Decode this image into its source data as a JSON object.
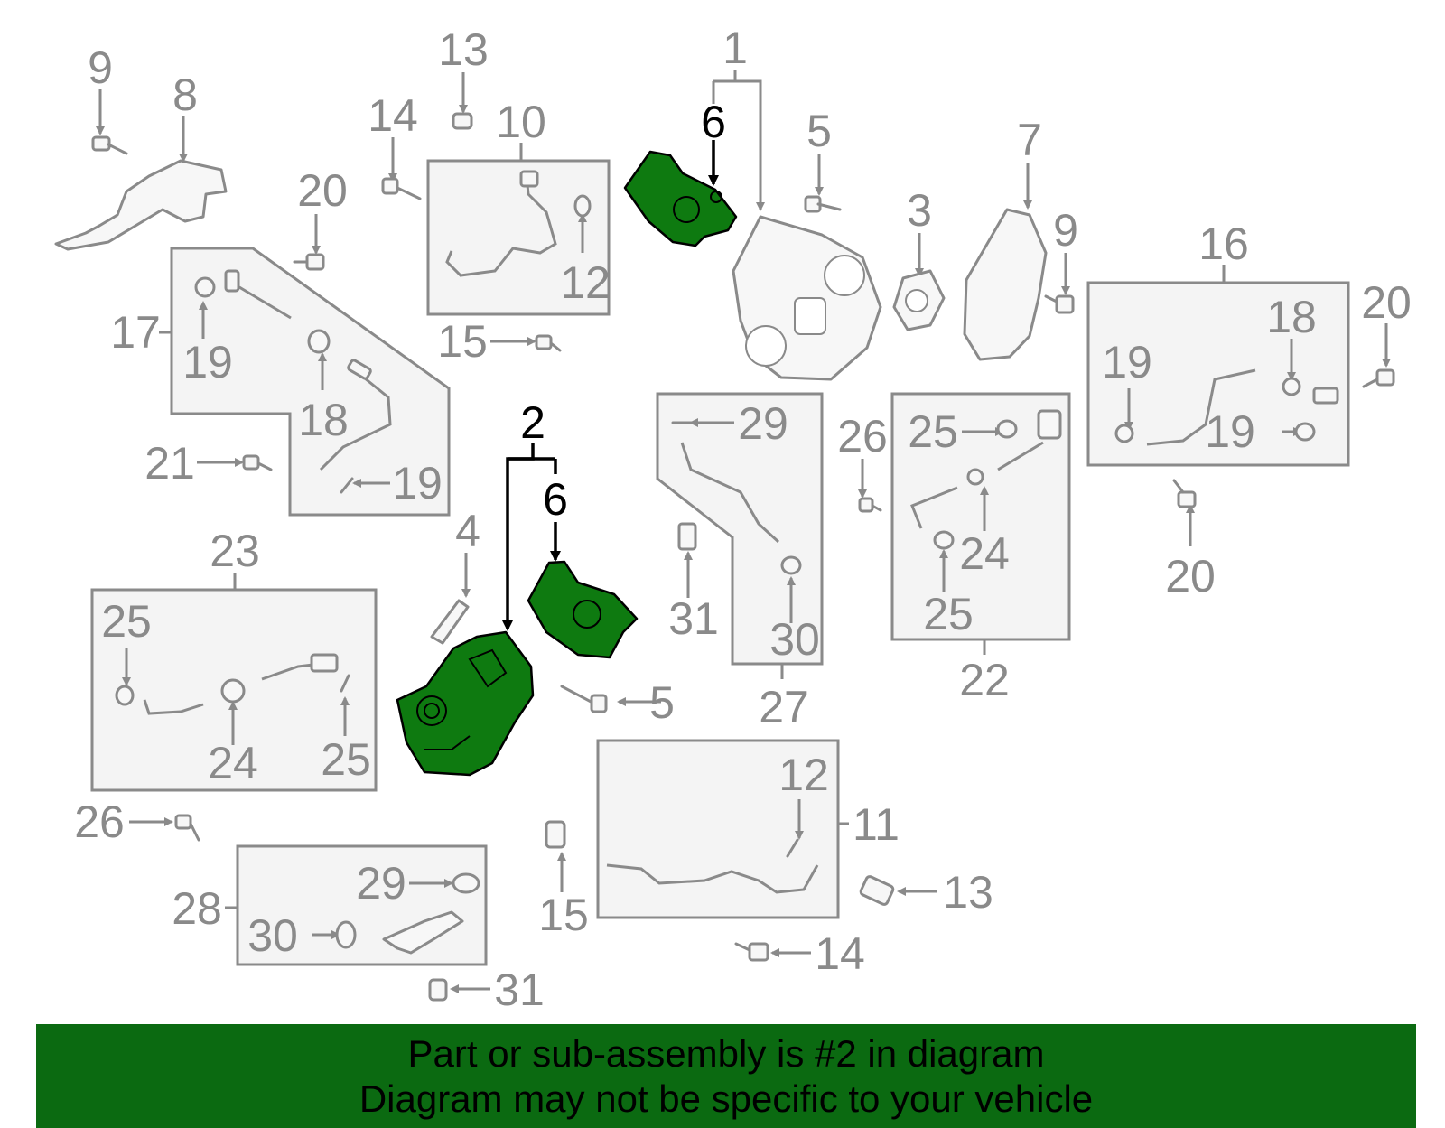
{
  "colors": {
    "highlight": "#0e7a10",
    "banner": "#0b6a11",
    "line": "#8a8a8a"
  },
  "banner": {
    "line1": "Part or sub-assembly is #2 in diagram",
    "line2": "Diagram may not be specific to your vehicle"
  },
  "callouts": {
    "c1": "1",
    "c2": "2",
    "c3": "3",
    "c4": "4",
    "c5": "5",
    "c6": "6",
    "c7": "7",
    "c8": "8",
    "c9": "9",
    "c10": "10",
    "c11": "11",
    "c12": "12",
    "c13": "13",
    "c14": "14",
    "c15": "15",
    "c16": "16",
    "c17": "17",
    "c18": "18",
    "c19": "19",
    "c20": "20",
    "c21": "21",
    "c22": "22",
    "c23": "23",
    "c24": "24",
    "c25": "25",
    "c26": "26",
    "c27": "27",
    "c28": "28",
    "c29": "29",
    "c30": "30",
    "c31": "31"
  },
  "highlighted_part": "2"
}
